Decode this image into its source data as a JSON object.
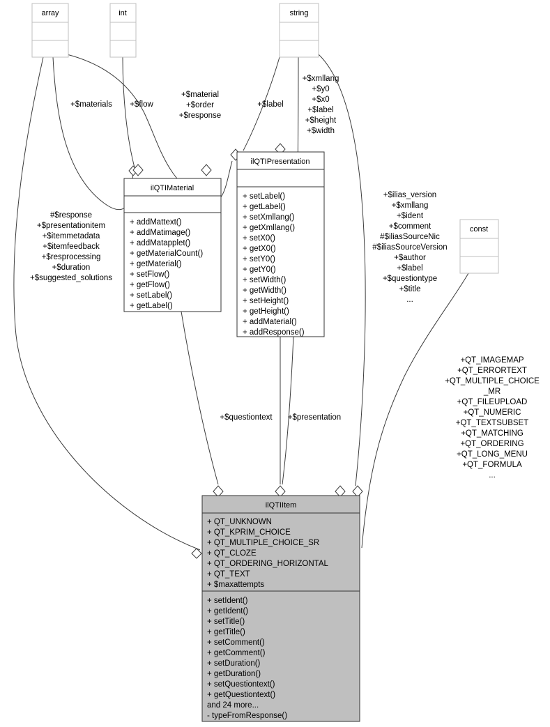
{
  "diagram": {
    "kind": "uml-class-diagram",
    "background": "#ffffff",
    "line_color": "#3d3d3d",
    "highlight_fill": "#bfbfbf"
  },
  "classes": {
    "array": {
      "name": "array",
      "attributes": [],
      "operations": []
    },
    "int": {
      "name": "int",
      "attributes": [],
      "operations": []
    },
    "string": {
      "name": "string",
      "attributes": [],
      "operations": []
    },
    "const": {
      "name": "const",
      "attributes": [],
      "operations": []
    },
    "material": {
      "name": "ilQTIMaterial",
      "attributes": [],
      "operations": [
        "+ addMattext()",
        "+ addMatimage()",
        "+ addMatapplet()",
        "+ getMaterialCount()",
        "+ getMaterial()",
        "+ setFlow()",
        "+ getFlow()",
        "+ setLabel()",
        "+ getLabel()"
      ]
    },
    "presentation": {
      "name": "ilQTIPresentation",
      "attributes": [],
      "operations": [
        "+ setLabel()",
        "+ getLabel()",
        "+ setXmllang()",
        "+ getXmllang()",
        "+ setX0()",
        "+ getX0()",
        "+ setY0()",
        "+ getY0()",
        "+ setWidth()",
        "+ getWidth()",
        "+ setHeight()",
        "+ getHeight()",
        "+ addMaterial()",
        "+ addResponse()"
      ]
    },
    "item": {
      "name": "ilQTIItem",
      "attributes": [
        "+ QT_UNKNOWN",
        "+ QT_KPRIM_CHOICE",
        "+ QT_MULTIPLE_CHOICE_SR",
        "+ QT_CLOZE",
        "+ QT_ORDERING_HORIZONTAL",
        "+ QT_TEXT",
        "+ $maxattempts"
      ],
      "operations": [
        "+ setIdent()",
        "+ getIdent()",
        "+ setTitle()",
        "+ getTitle()",
        "+ setComment()",
        "+ getComment()",
        "+ setDuration()",
        "+ getDuration()",
        "+ setQuestiontext()",
        "+ getQuestiontext()",
        "and 24 more...",
        "- typeFromResponse()"
      ]
    }
  },
  "edge_labels": {
    "array_to_material": [
      "+$materials"
    ],
    "int_to_material": [
      "+$flow"
    ],
    "array_to_presentation": [
      "+$material",
      "+$order",
      "+$response"
    ],
    "string_to_presentation": [
      "+$label"
    ],
    "string_to_item_left": [
      "+$xmllang",
      "+$y0",
      "+$x0",
      "+$label",
      "+$height",
      "+$width"
    ],
    "array_to_item": [
      "#$response",
      "+$presentationitem",
      "+$itemmetadata",
      "+$itemfeedback",
      "+$resprocessing",
      "+$duration",
      "+$suggested_solutions"
    ],
    "string_to_item_right": [
      "+$ilias_version",
      "+$xmllang",
      "+$ident",
      "+$comment",
      "#$iliasSourceNic",
      "#$iliasSourceVersion",
      "+$author",
      "+$label",
      "+$questiontype",
      "+$title",
      "..."
    ],
    "const_to_item": [
      "+QT_IMAGEMAP",
      "+QT_ERRORTEXT",
      "+QT_MULTIPLE_CHOICE",
      "_MR",
      "+QT_FILEUPLOAD",
      "+QT_NUMERIC",
      "+QT_TEXTSUBSET",
      "+QT_MATCHING",
      "+QT_ORDERING",
      "+QT_LONG_MENU",
      "+QT_FORMULA",
      "..."
    ],
    "material_to_item": [
      "+$questiontext"
    ],
    "presentation_to_item": [
      "+$presentation"
    ]
  }
}
